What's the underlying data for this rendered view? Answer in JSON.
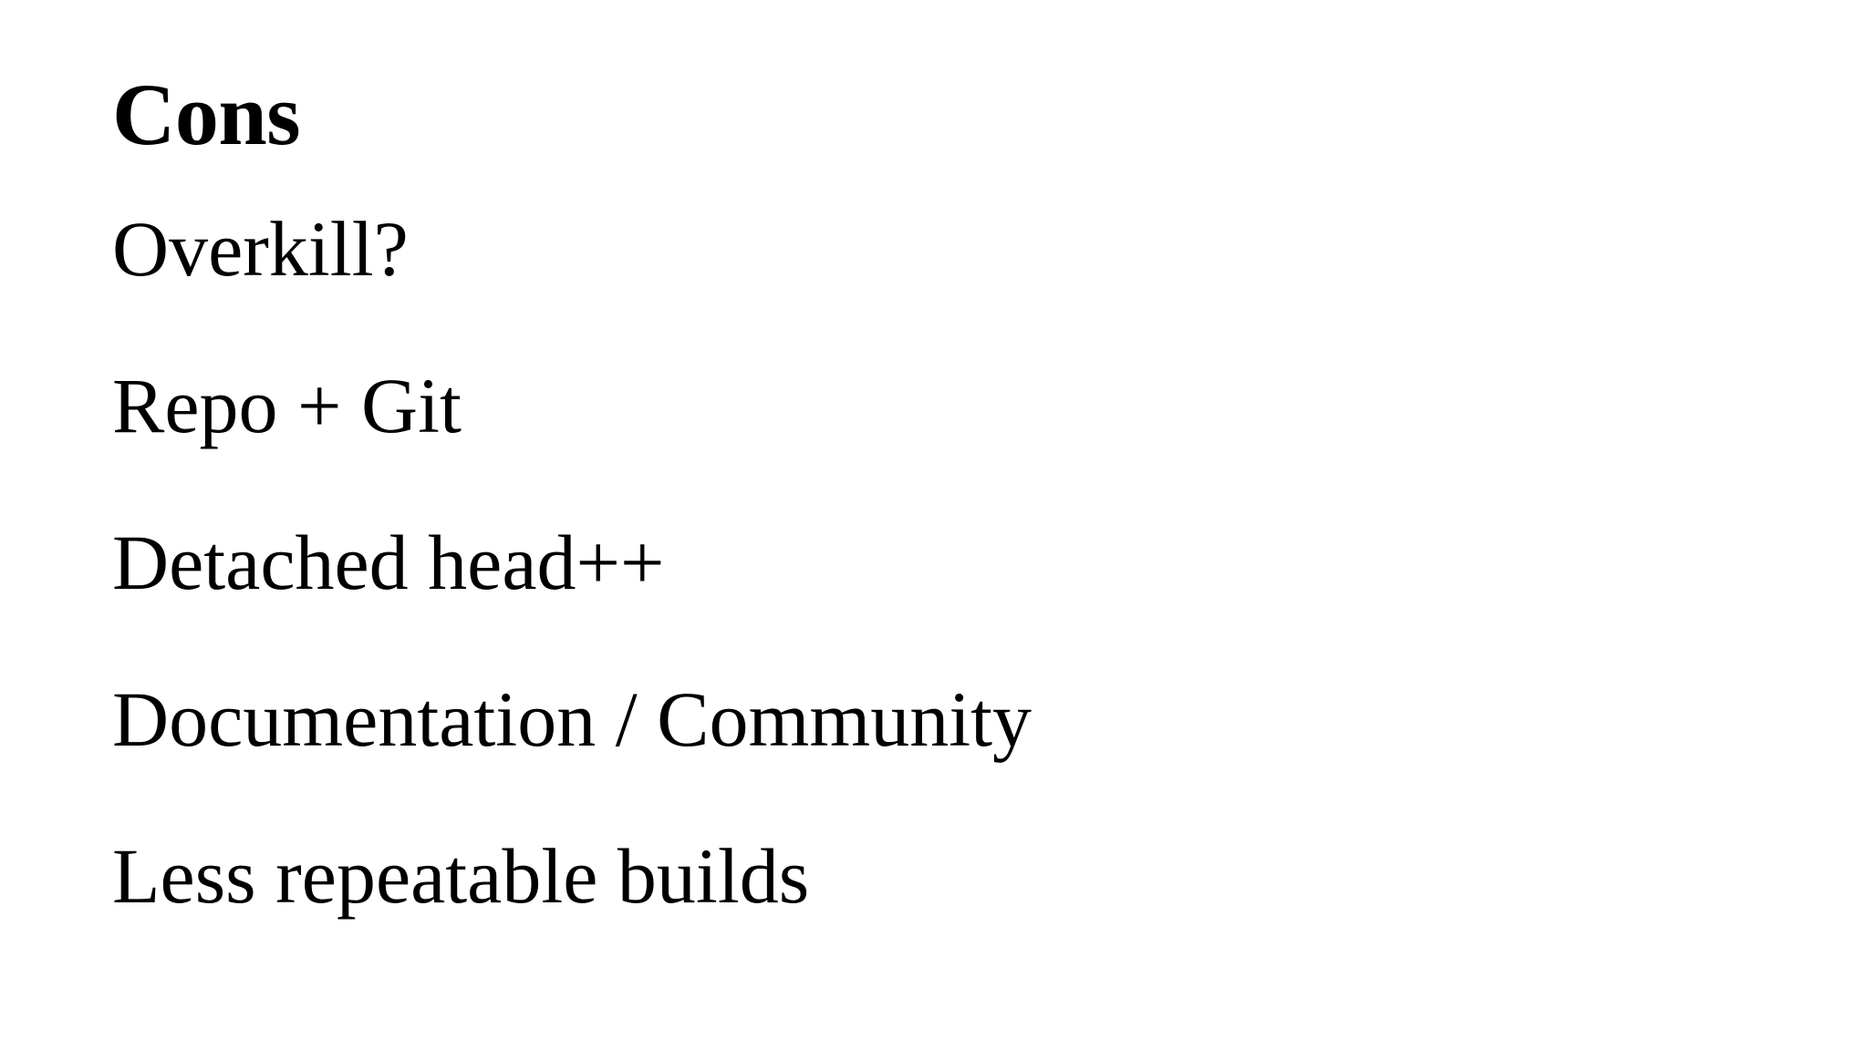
{
  "slide": {
    "title": "Cons",
    "background_color": "#ffffff",
    "text_color": "#000000",
    "items": [
      {
        "label": "Overkill?"
      },
      {
        "label": "Repo + Git"
      },
      {
        "label": "Detached head++"
      },
      {
        "label": "Documentation / Community"
      },
      {
        "label": "Less repeatable builds"
      }
    ]
  }
}
